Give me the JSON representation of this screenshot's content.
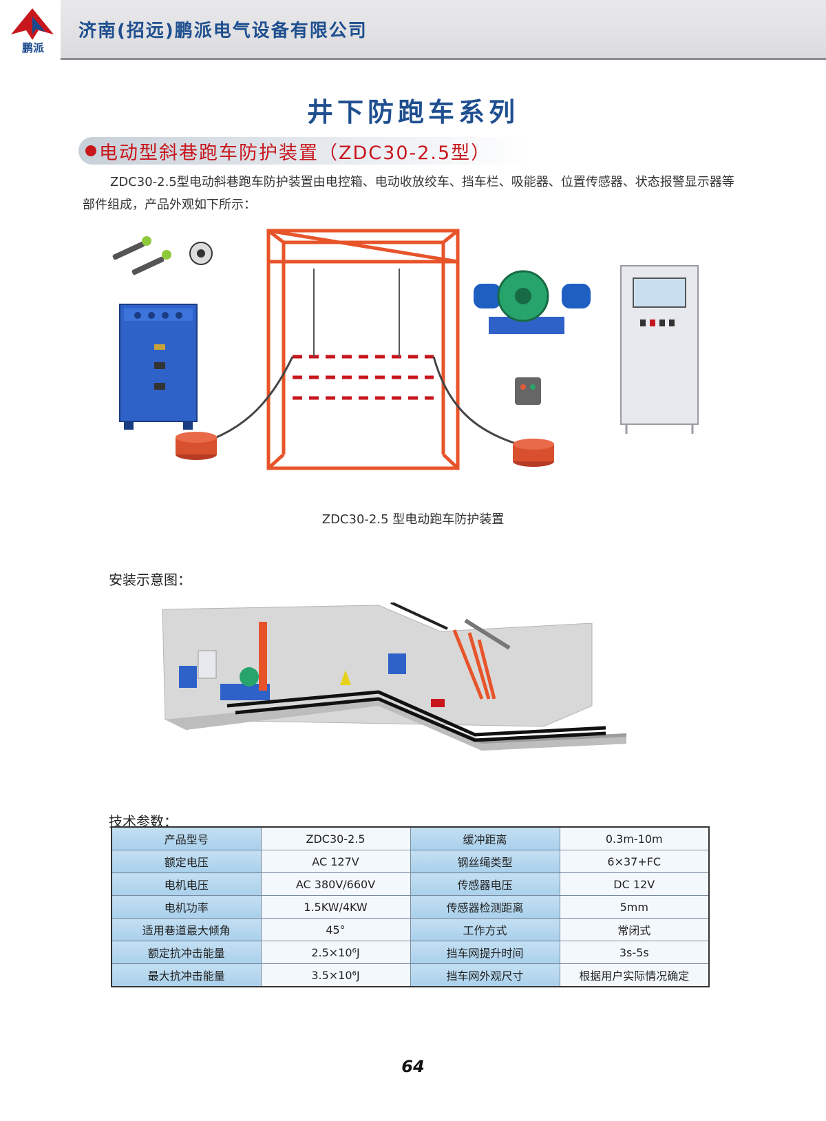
{
  "header": {
    "logo_text": "鹏派",
    "company": "济南(招远)鹏派电气设备有限公司"
  },
  "page_title": "井下防跑车系列",
  "section_title": "电动型斜巷跑车防护装置（ZDC30-2.5型）",
  "intro": "ZDC30-2.5型电动斜巷跑车防护装置由电控箱、电动收放绞车、挡车栏、吸能器、位置传感器、状态报警显示器等部件组成，产品外观如下所示：",
  "figure_caption": "ZDC30-2.5 型电动跑车防护装置",
  "install_label": "安装示意图：",
  "params_label": "技术参数：",
  "params": [
    {
      "k1": "产品型号",
      "v1": "ZDC30-2.5",
      "k2": "缓冲距离",
      "v2": "0.3m-10m"
    },
    {
      "k1": "额定电压",
      "v1": "AC 127V",
      "k2": "钢丝绳类型",
      "v2": "6×37+FC"
    },
    {
      "k1": "电机电压",
      "v1": "AC 380V/660V",
      "k2": "传感器电压",
      "v2": "DC 12V"
    },
    {
      "k1": "电机功率",
      "v1": "1.5KW/4KW",
      "k2": "传感器检测距离",
      "v2": "5mm"
    },
    {
      "k1": "适用巷道最大倾角",
      "v1": "45°",
      "k2": "工作方式",
      "v2": "常闭式"
    },
    {
      "k1": "额定抗冲击能量",
      "v1": "2.5×10⁶J",
      "k2": "挡车网提升时间",
      "v2": "3s-5s"
    },
    {
      "k1": "最大抗冲击能量",
      "v1": "3.5×10⁶J",
      "k2": "挡车网外观尺寸",
      "v2": "根据用户实际情况确定"
    }
  ],
  "page_number": "64",
  "colors": {
    "brand_blue": "#1f4f8f",
    "accent_red": "#c8161d",
    "frame_orange": "#e8542a",
    "table_header": "#a9d0ec"
  }
}
